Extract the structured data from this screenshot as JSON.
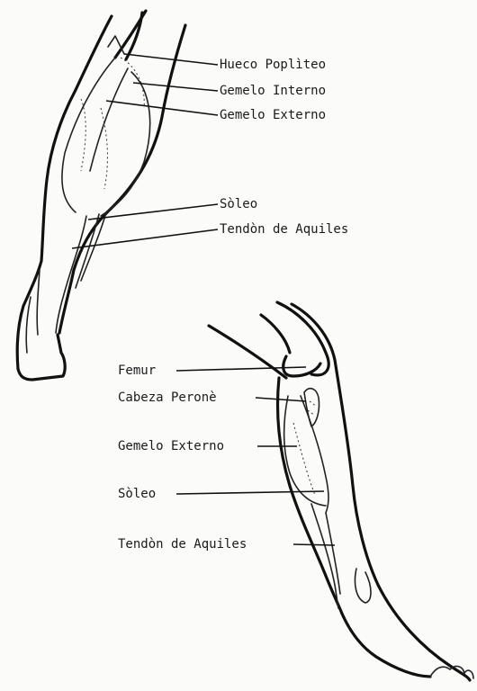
{
  "diagram": {
    "back_view": {
      "labels": [
        {
          "key": "hueco-popliteo",
          "text": "Hueco Poplìteo"
        },
        {
          "key": "gemelo-interno",
          "text": "Gemelo Interno"
        },
        {
          "key": "gemelo-externo",
          "text": "Gemelo Externo"
        },
        {
          "key": "soleo",
          "text": "Sòleo"
        },
        {
          "key": "tendon-aquiles",
          "text": "Tendòn de Aquiles"
        }
      ]
    },
    "side_view": {
      "labels": [
        {
          "key": "femur",
          "text": "Femur"
        },
        {
          "key": "cabeza-perone",
          "text": "Cabeza Peronè"
        },
        {
          "key": "gemelo-externo",
          "text": "Gemelo Externo"
        },
        {
          "key": "soleo",
          "text": "Sòleo"
        },
        {
          "key": "tendon-aquiles",
          "text": "Tendòn de Aquiles"
        }
      ]
    }
  }
}
